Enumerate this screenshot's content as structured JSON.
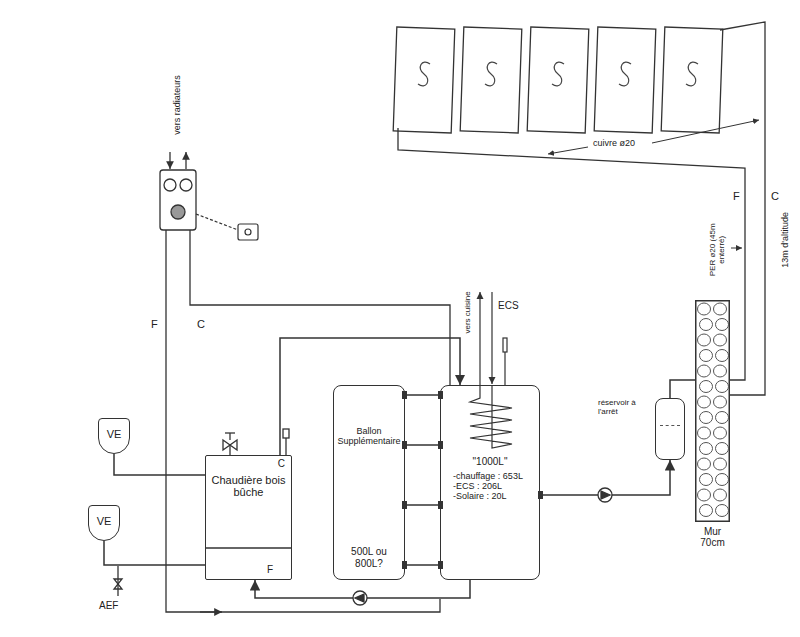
{
  "diagram": {
    "nodes": [
      {
        "text": [
          "VE"
        ]
      },
      {
        "text": [
          "VE"
        ]
      },
      {
        "text": [
          "Chaudière bois bûche",
          "C",
          "F"
        ]
      },
      {
        "text": [
          "Ballon Supplémentaire",
          "500L ou 800L?"
        ]
      },
      {
        "text": [
          "\"1000L\"",
          "-chauffage : 653L",
          "-ECS : 206L",
          "-Solaire : 20L"
        ]
      },
      {
        "text": [
          "réservoir à l'arrêt"
        ]
      },
      {
        "text": [
          "Mur 70cm"
        ]
      }
    ],
    "edges": [
      {
        "from": 3,
        "to": 4,
        "arrow": "none"
      },
      {
        "from": 3,
        "to": 4,
        "arrow": "none"
      },
      {
        "from": 3,
        "to": 4,
        "arrow": "none"
      },
      {
        "from": 3,
        "to": 4,
        "arrow": "none"
      },
      {
        "from": 2,
        "to": 4,
        "arrow": "to"
      },
      {
        "from": 4,
        "to": 2,
        "arrow": "to"
      },
      {
        "from": 1,
        "to": 2,
        "arrow": "none"
      },
      {
        "from": 0,
        "to": 2,
        "arrow": "none"
      },
      {
        "from": 4,
        "to": 5,
        "arrow": "to"
      },
      {
        "from": 5,
        "to": 6,
        "arrow": "none"
      }
    ],
    "labels": [
      "vers radiateurs",
      "F",
      "C",
      "vers cuisine",
      "ECS",
      "cuivre ø20",
      "F",
      "C",
      "PER ø20 (45m enterré)",
      "13m d'altitude",
      "AEF"
    ]
  }
}
